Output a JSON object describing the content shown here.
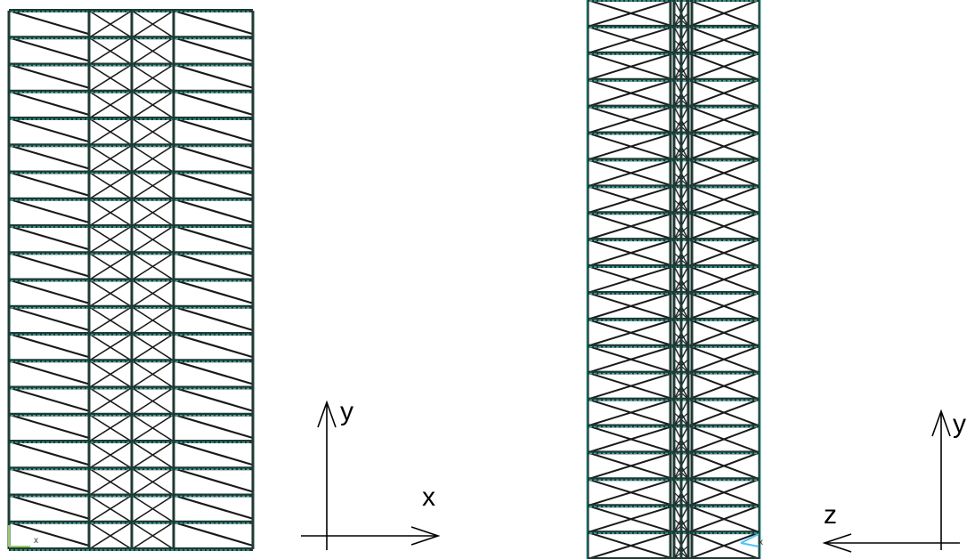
{
  "left_view": {
    "axes": {
      "vertical": "y",
      "horizontal": "x"
    },
    "triad_label": "x"
  },
  "right_view": {
    "axes": {
      "vertical": "y",
      "horizontal": "z"
    },
    "triad_label": "x"
  },
  "colors": {
    "frame": "#1f3a34",
    "beam": "#3aa6a0",
    "brace": "#1a1a1a",
    "triad_green": "#9ccc65",
    "triad_cyan": "#4fc3f7"
  }
}
